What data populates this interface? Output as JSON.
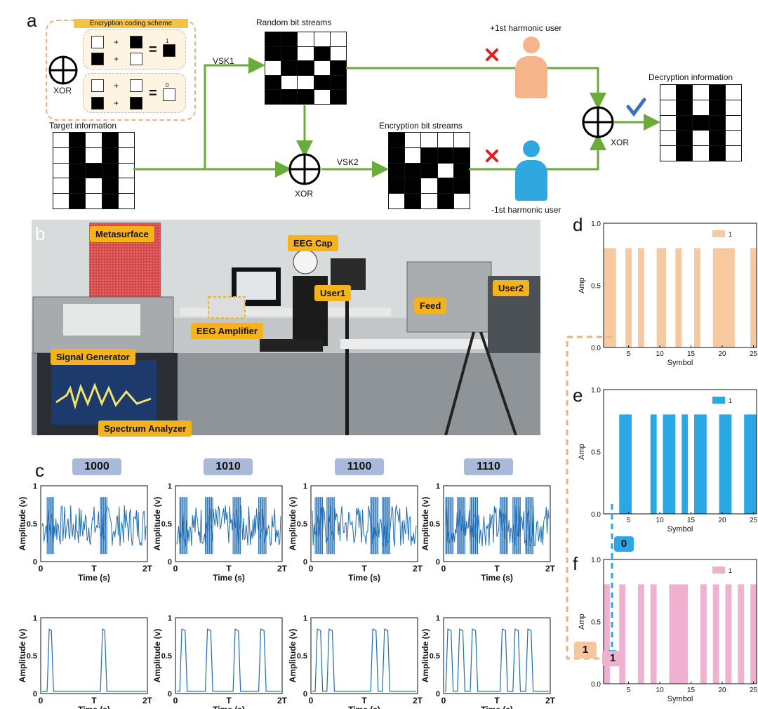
{
  "panel_a": {
    "letter": "a",
    "encryption_title": "Encryption coding scheme",
    "xor_label": "XOR",
    "eq1_result": "1",
    "eq2_result": "0",
    "plus": "+",
    "equals": "=",
    "random_label": "Random bit streams",
    "target_label": "Target information",
    "vsk1": "VSK1",
    "vsk2": "VSK2",
    "xor_mid": "XOR",
    "encryption_streams_label": "Encryption bit streams",
    "plus_user_label": "+1st harmonic user",
    "minus_user_label": "-1st harmonic user",
    "xor_right": "XOR",
    "decryption_label": "Decryption information",
    "colors": {
      "arrow": "#6aab3a",
      "user_plus": "#f6b48a",
      "user_minus": "#2fa8e0",
      "cross": "#e02020",
      "check": "#3a6fc2",
      "dash": "#f0b27a"
    },
    "random_grid": [
      [
        1,
        1,
        0,
        0,
        0
      ],
      [
        1,
        1,
        0,
        1,
        0
      ],
      [
        0,
        1,
        1,
        0,
        1
      ],
      [
        1,
        0,
        0,
        1,
        1
      ],
      [
        1,
        1,
        1,
        0,
        1
      ]
    ],
    "target_grid": [
      [
        0,
        1,
        0,
        1,
        0
      ],
      [
        0,
        1,
        0,
        1,
        0
      ],
      [
        0,
        1,
        1,
        1,
        0
      ],
      [
        0,
        1,
        0,
        1,
        0
      ],
      [
        0,
        1,
        0,
        1,
        0
      ]
    ],
    "encrypted_grid": [
      [
        1,
        0,
        0,
        0,
        0
      ],
      [
        1,
        0,
        1,
        1,
        1
      ],
      [
        1,
        1,
        1,
        0,
        1
      ],
      [
        1,
        1,
        0,
        1,
        1
      ],
      [
        0,
        1,
        0,
        1,
        0
      ]
    ],
    "decrypted_grid": [
      [
        0,
        1,
        0,
        1,
        0
      ],
      [
        0,
        1,
        0,
        1,
        0
      ],
      [
        0,
        1,
        1,
        1,
        0
      ],
      [
        0,
        1,
        0,
        1,
        0
      ],
      [
        0,
        1,
        0,
        1,
        0
      ]
    ]
  },
  "panel_b": {
    "letter": "b",
    "tags": {
      "metasurface": "Metasurface",
      "eeg_cap": "EEG Cap",
      "eeg_amplifier": "EEG Amplifier",
      "user1": "User1",
      "feed": "Feed",
      "user2": "User2",
      "signal_generator": "Signal Generator",
      "spectrum_analyzer": "Spectrum Analyzer"
    }
  },
  "panel_c": {
    "letter": "c",
    "codes": [
      "1000",
      "1010",
      "1100",
      "1110"
    ],
    "ylabel": "Amplitude (v)",
    "xlabel": "Time (s)",
    "xticks": [
      "0",
      "T",
      "2T"
    ],
    "yticks": [
      "0",
      "0.5",
      "1"
    ],
    "yticks_bottom": [
      "0",
      "0.5",
      "1"
    ]
  },
  "panel_d": {
    "letter": "d"
  },
  "panel_e": {
    "letter": "e"
  },
  "panel_f": {
    "letter": "f"
  },
  "badges": {
    "zero": "0",
    "one_left": "1",
    "one_right": "1"
  },
  "chart_data": [
    {
      "type": "bar",
      "panel": "d",
      "xlabel": "Symbol",
      "ylabel": "Amp",
      "legend": [
        "1"
      ],
      "color": "#f7c9a1",
      "xlim": [
        1,
        25.5
      ],
      "ylim": [
        0,
        1.0
      ],
      "xticks": [
        5,
        10,
        15,
        20,
        25
      ],
      "yticks": [
        0.0,
        0.5,
        1.0
      ],
      "value": 0.8,
      "bars": [
        [
          1,
          3
        ],
        [
          4.5,
          5.5
        ],
        [
          6.5,
          7.5
        ],
        [
          9.5,
          11
        ],
        [
          12.5,
          13.5
        ],
        [
          15.5,
          16.5
        ],
        [
          18.5,
          22
        ],
        [
          24.5,
          25.5
        ]
      ]
    },
    {
      "type": "bar",
      "panel": "e",
      "xlabel": "Symbol",
      "ylabel": "Amp",
      "legend": [
        "1"
      ],
      "color": "#2aa8e6",
      "xlim": [
        1,
        25.5
      ],
      "ylim": [
        0,
        1.0
      ],
      "xticks": [
        5,
        10,
        15,
        20,
        25
      ],
      "yticks": [
        0.0,
        0.5,
        1.0
      ],
      "value": 0.8,
      "bars": [
        [
          3.5,
          5.5
        ],
        [
          8.5,
          9.5
        ],
        [
          10.5,
          12.5
        ],
        [
          13.5,
          14.5
        ],
        [
          15.5,
          17.5
        ],
        [
          19.5,
          21.5
        ],
        [
          23.5,
          25.5
        ]
      ]
    },
    {
      "type": "bar",
      "panel": "f",
      "xlabel": "Symbol",
      "ylabel": "Amp",
      "legend": [
        "1"
      ],
      "color": "#f0b1d1",
      "xlim": [
        1,
        25.5
      ],
      "ylim": [
        0,
        1.0
      ],
      "xticks": [
        5,
        10,
        15,
        20,
        25
      ],
      "yticks": [
        0.0,
        0.5,
        1.0
      ],
      "value": 0.8,
      "bars": [
        [
          1,
          2
        ],
        [
          3.5,
          4.5
        ],
        [
          6.5,
          7.5
        ],
        [
          8.5,
          9.5
        ],
        [
          11.5,
          14.5
        ],
        [
          16.5,
          17.5
        ],
        [
          18.5,
          19.5
        ],
        [
          20.5,
          21.5
        ],
        [
          22.5,
          23.5
        ],
        [
          24.5,
          25.5
        ]
      ]
    },
    {
      "type": "line",
      "panel": "c",
      "xlabel": "Time (s)",
      "ylabel": "Amplitude (v)",
      "series": [
        {
          "code": "1000",
          "pulses": [
            [
              0.06,
              0.12
            ],
            [
              0.56,
              0.62
            ]
          ]
        },
        {
          "code": "1010",
          "pulses": [
            [
              0.04,
              0.11
            ],
            [
              0.28,
              0.35
            ],
            [
              0.54,
              0.61
            ],
            [
              0.78,
              0.85
            ]
          ]
        },
        {
          "code": "1100",
          "pulses": [
            [
              0.04,
              0.11
            ],
            [
              0.15,
              0.22
            ],
            [
              0.56,
              0.63
            ],
            [
              0.67,
              0.74
            ]
          ]
        },
        {
          "code": "1110",
          "pulses": [
            [
              0.02,
              0.09
            ],
            [
              0.13,
              0.2
            ],
            [
              0.25,
              0.32
            ],
            [
              0.53,
              0.6
            ],
            [
              0.65,
              0.72
            ],
            [
              0.77,
              0.84
            ]
          ]
        }
      ]
    }
  ]
}
